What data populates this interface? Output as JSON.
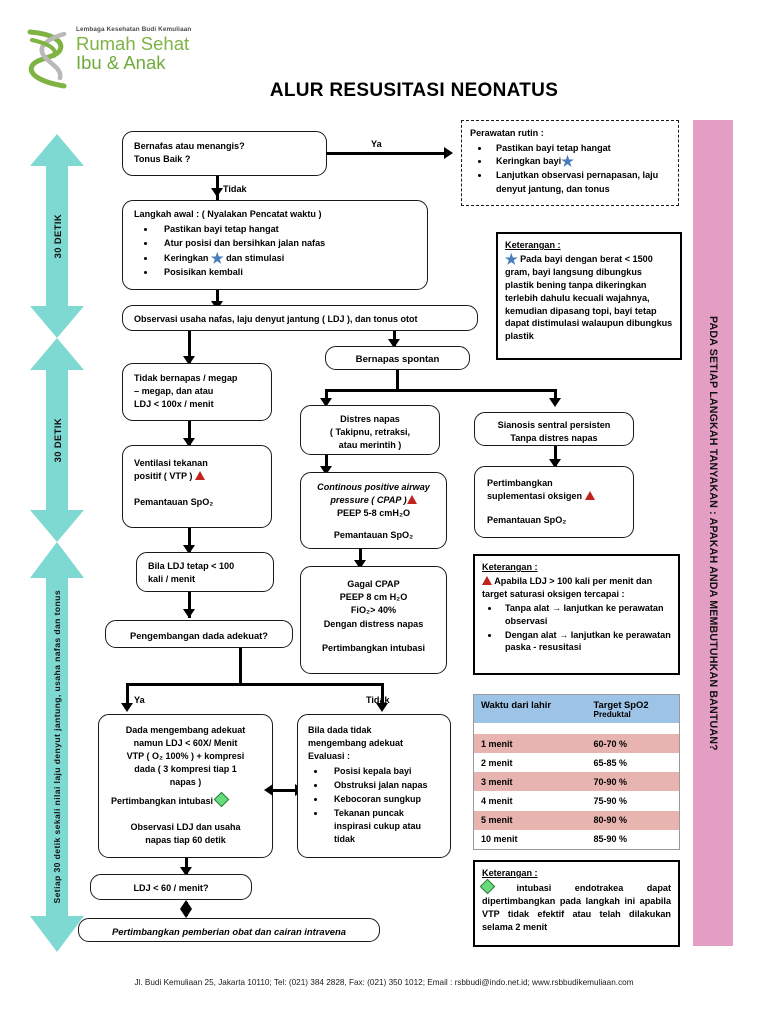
{
  "logo": {
    "line1": "Lembaga Kesehatan Budi Kemuliaan",
    "line2": "Rumah Sehat",
    "line3": "Ibu & Anak",
    "green": "#7fb344"
  },
  "title": "ALUR RESUSITASI NEONATUS",
  "colors": {
    "teal": "#7fd9d3",
    "pink": "#e49ec4",
    "table_header": "#9dc3e6",
    "table_shade": "#e8b4b0",
    "red_triangle": "#c0241f",
    "green_diamond": "#66dd7a",
    "blue_star": "#4a7ebb"
  },
  "timing_arrows": [
    {
      "label": "30 DETIK"
    },
    {
      "label": "30 DETIK"
    },
    {
      "label": "Setiap 30 detik sekali nilai laju denyut jantung, usaha nafas dan tonus"
    }
  ],
  "side_banner": "PADA SETIAP LANGKAH TANYAKAN : APAKAH ANDA MEMBUTUHKAN BANTUAN?",
  "flow": {
    "start": {
      "line1": "Bernafas atau menangis?",
      "line2": "Tonus Baik ?"
    },
    "edge_ya": "Ya",
    "edge_tidak": "Tidak",
    "routine_care": {
      "heading": "Perawatan rutin :",
      "items": [
        "Pastikan bayi tetap hangat",
        "Keringkan bayi",
        "Lanjutkan observasi pernapasan, laju denyut jantung, dan tonus"
      ]
    },
    "initial_steps": {
      "heading": "Langkah awal : ( Nyalakan Pencatat waktu )",
      "items": [
        "Pastikan bayi tetap hangat",
        "Atur posisi dan bersihkan jalan nafas",
        "Keringkan",
        "Posisikan kembali"
      ],
      "item3_suffix": "dan stimulasi"
    },
    "observation": "Observasi usaha nafas, laju denyut jantung ( LDJ ), dan tonus otot",
    "apnea": {
      "l1": "Tidak bernapas / megap",
      "l2": "– megap, dan atau",
      "l3": "LDJ  < 100x / menit"
    },
    "spontaneous": "Bernapas spontan",
    "vtp": {
      "l1": "Ventilasi tekanan",
      "l2": "positif ( VTP )",
      "l3": "Pemantauan SpO₂"
    },
    "distress": {
      "l1": "Distres napas",
      "l2": "( Takipnu, retraksi,",
      "l3": "atau merintih )"
    },
    "cyanosis": {
      "l1": "Sianosis sentral persisten",
      "l2": "Tanpa distres napas"
    },
    "cpap": {
      "l1": "Continous positive airway",
      "l2": "pressure ( CPAP )",
      "l3": "PEEP 5-8 cmH₂O",
      "l4": "Pemantauan SpO₂"
    },
    "oxygen": {
      "l1": "Pertimbangkan",
      "l2": "suplementasi oksigen",
      "l3": "Pemantauan SpO₂"
    },
    "ldj_still": {
      "l1": "Bila LDJ tetap < 100",
      "l2": "kali / menit"
    },
    "cpap_fail": {
      "l1": "Gagal CPAP",
      "l2": "PEEP 8 cm H₂O",
      "l3": "FiO₂> 40%",
      "l4": "Dengan distress napas",
      "l5": "Pertimbangkan intubasi"
    },
    "chest_rise": "Pengembangan dada adekuat?",
    "edge_ya2": "Ya",
    "edge_tidak2": "Tidak",
    "adequate": {
      "l1": "Dada mengembang adekuat",
      "l2": "namun LDJ < 60X/ Menit",
      "l3": "VTP ( O₂ 100% ) + kompresi",
      "l4": "dada ( 3 kompresi tiap 1",
      "l5": "napas )",
      "l6": "Pertimbangkan intubasi",
      "l7": "Observasi LDJ dan usaha",
      "l8": "napas tiap 60 detik"
    },
    "inadequate": {
      "l1": "Bila dada tidak",
      "l2": "mengembang adekuat",
      "l3": "Evaluasi :",
      "items": [
        "Posisi kepala bayi",
        "Obstruksi jalan napas",
        "Kebocoran sungkup",
        "Tekanan puncak inspirasi cukup atau tidak"
      ]
    },
    "ldj60": "LDJ < 60 / menit?",
    "meds": "Pertimbangkan pemberian obat dan cairan intravena"
  },
  "notes": {
    "star_note": {
      "heading": "Keterangan :",
      "text": "Pada bayi dengan berat < 1500 gram, bayi langsung dibungkus plastik bening tanpa dikeringkan terlebih dahulu kecuali wajahnya, kemudian dipasang topi, bayi tetap dapat distimulasi walaupun dibungkus plastik"
    },
    "triangle_note": {
      "heading": "Keterangan :",
      "text": "Apabila LDJ > 100 kali per menit dan target saturasi oksigen tercapai :",
      "items": [
        "Tanpa alat → lanjutkan ke perawatan observasi",
        "Dengan alat → lanjutkan ke perawatan paska - resusitasi"
      ]
    },
    "diamond_note": {
      "heading": "Keterangan :",
      "text": "intubasi endotrakea dapat dipertimbangkan pada langkah ini apabila VTP tidak efektif atau telah dilakukan selama 2 menit"
    }
  },
  "spo2_table": {
    "col1_header": "Waktu dari lahir",
    "col2_header": "Target SpO2",
    "col2_subheader": "Preduktal",
    "rows": [
      {
        "time": "1   menit",
        "target": "60-70 %",
        "shaded": true
      },
      {
        "time": "2  menit",
        "target": "65-85 %",
        "shaded": false
      },
      {
        "time": "3  menit",
        "target": "70-90 %",
        "shaded": true
      },
      {
        "time": "4  menit",
        "target": "75-90 %",
        "shaded": false
      },
      {
        "time": "5  menit",
        "target": "80-90 %",
        "shaded": true
      },
      {
        "time": "10 menit",
        "target": "85-90 %",
        "shaded": false
      }
    ]
  },
  "footer": "Jl. Budi Kemuliaan 25, Jakarta 10110; Tel: (021) 384 2828,  Fax: (021) 350 1012; Email : rsbbudi@indo.net.id; www.rsbbudikemuliaan.com"
}
